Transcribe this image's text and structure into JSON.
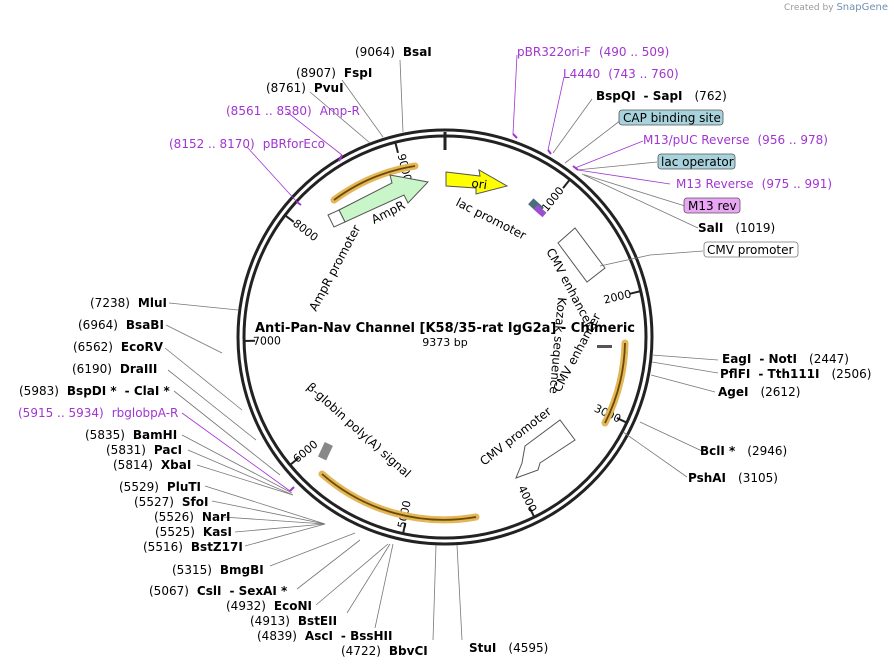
{
  "plasmid": {
    "name": "Anti-Pan-Nav Channel [K58/35-rat IgG2a] - Chimeric",
    "length_label": "9373 bp",
    "total_bp": 9373
  },
  "branding": {
    "created_by": "Created by",
    "app": "SnapGene"
  },
  "colors": {
    "site_label": "#000000",
    "primer_label": "#a135d1",
    "feature_box_blue": "#a8d3dc",
    "feature_box_purple": "#e9a6f4",
    "ori_fill": "#ffff00",
    "ampr_fill": "#c9f6c9",
    "highlight": "#e2b659"
  },
  "scale_ticks": [
    "1000",
    "2000",
    "3000",
    "4000",
    "5000",
    "6000",
    "7000",
    "8000",
    "9000"
  ],
  "features": {
    "ori": "ori",
    "lac_promoter": "lac promoter",
    "ampr": "AmpR",
    "ampr_promoter": "AmpR promoter",
    "cmv_enhancer_1": "CMV enhancer",
    "kozak": "Kozak sequence",
    "cmv_enhancer_2": "CMV enhancer",
    "cmv_promoter": "CMV promoter",
    "bglobin": "β-globin poly(A) signal"
  },
  "labels": {
    "BsaI": {
      "a": "(9064)",
      "b": "BsaI",
      "c": ""
    },
    "FspI": {
      "a": "(8907)",
      "b": "FspI",
      "c": ""
    },
    "PvuI": {
      "a": "(8761)",
      "b": "PvuI",
      "c": ""
    },
    "AmpR_primer": {
      "a": "(8561 .. 8580)",
      "b": "Amp-R",
      "c": ""
    },
    "pBRforEco": {
      "a": "(8152 .. 8170)",
      "b": "pBRforEco",
      "c": ""
    },
    "pBR322ori": {
      "a": "pBR322ori-F",
      "b": "(490 .. 509)",
      "c": ""
    },
    "L4440": {
      "a": "L4440",
      "b": "(743 .. 760)",
      "c": ""
    },
    "BspQI": {
      "a": "BspQI",
      "b": "- SapI",
      "c": "(762)"
    },
    "CAP": {
      "a": "CAP binding site",
      "b": "",
      "c": ""
    },
    "M13pUC": {
      "a": "M13/pUC Reverse",
      "b": "(956 .. 978)",
      "c": ""
    },
    "lacop": {
      "a": "lac operator",
      "b": "",
      "c": ""
    },
    "M13R": {
      "a": "M13 Reverse",
      "b": "(975 .. 991)",
      "c": ""
    },
    "M13rev": {
      "a": "M13 rev",
      "b": "",
      "c": ""
    },
    "SalI": {
      "a": "SalI",
      "b": "(1019)",
      "c": ""
    },
    "CMVprom": {
      "a": "CMV promoter",
      "b": "",
      "c": ""
    },
    "EagI": {
      "a": "EagI",
      "b": "- NotI",
      "c": "(2447)"
    },
    "PflFI": {
      "a": "PflFI",
      "b": "- Tth111I",
      "c": "(2506)"
    },
    "AgeI": {
      "a": "AgeI",
      "b": "(2612)",
      "c": ""
    },
    "BclI": {
      "a": "BclI *",
      "b": "(2946)",
      "c": ""
    },
    "PshAI": {
      "a": "PshAI",
      "b": "(3105)",
      "c": ""
    },
    "StuI": {
      "a": "StuI",
      "b": "(4595)",
      "c": ""
    },
    "BbvCI": {
      "a": "(4722)",
      "b": "BbvCI",
      "c": ""
    },
    "AscI": {
      "a": "(4839)",
      "b": "AscI",
      "c": "- BssHII"
    },
    "BstEII": {
      "a": "(4913)",
      "b": "BstEII",
      "c": ""
    },
    "EcoNI": {
      "a": "(4932)",
      "b": "EcoNI",
      "c": ""
    },
    "CslI": {
      "a": "(5067)",
      "b": "CslI",
      "c": "- SexAI *"
    },
    "BmgBI": {
      "a": "(5315)",
      "b": "BmgBI",
      "c": ""
    },
    "BstZ17I": {
      "a": "(5516)",
      "b": "BstZ17I",
      "c": ""
    },
    "KasI": {
      "a": "(5525)",
      "b": "KasI",
      "c": ""
    },
    "NarI": {
      "a": "(5526)",
      "b": "NarI",
      "c": ""
    },
    "SfoI": {
      "a": "(5527)",
      "b": "SfoI",
      "c": ""
    },
    "PluTI": {
      "a": "(5529)",
      "b": "PluTI",
      "c": ""
    },
    "XbaI": {
      "a": "(5814)",
      "b": "XbaI",
      "c": ""
    },
    "PacI": {
      "a": "(5831)",
      "b": "PacI",
      "c": ""
    },
    "BamHI": {
      "a": "(5835)",
      "b": "BamHI",
      "c": ""
    },
    "rbglobpA": {
      "a": "(5915 .. 5934)",
      "b": "rbglobpA-R",
      "c": ""
    },
    "BspDI": {
      "a": "(5983)",
      "b": "BspDI *",
      "c": "- ClaI *"
    },
    "DraIII": {
      "a": "(6190)",
      "b": "DraIII",
      "c": ""
    },
    "EcoRV": {
      "a": "(6562)",
      "b": "EcoRV",
      "c": ""
    },
    "BsaBI": {
      "a": "(6964)",
      "b": "BsaBI",
      "c": ""
    },
    "MluI": {
      "a": "(7238)",
      "b": "MluI",
      "c": ""
    }
  }
}
